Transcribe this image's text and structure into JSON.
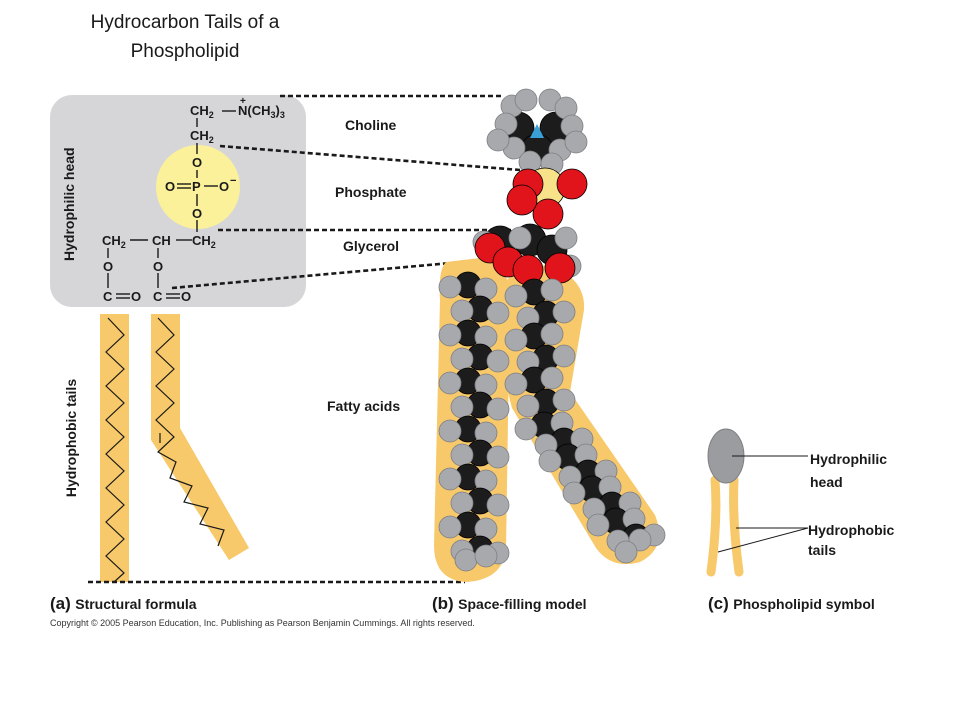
{
  "title": {
    "line1": "Hydrocarbon Tails of a",
    "line2": "Phospholipid"
  },
  "labels": {
    "choline": "Choline",
    "phosphate": "Phosphate",
    "glycerol": "Glycerol",
    "fatty_acids": "Fatty acids",
    "hydrophilic_head_vertical": "Hydrophilic head",
    "hydrophobic_tails_vertical": "Hydrophobic tails",
    "symbol_head_line1": "Hydrophilic",
    "symbol_head_line2": "head",
    "symbol_tails_line1": "Hydrophobic",
    "symbol_tails_line2": "tails"
  },
  "formula": {
    "ch2_top": "CH2",
    "n_group": "N(CH3)3",
    "plus": "+",
    "ch2_second": "CH2",
    "o_upper": "O",
    "phosphate_o_left": "O",
    "phosphate_p": "P",
    "phosphate_o_right": "O",
    "minus": "−",
    "o_lower": "O",
    "glycerol_ch2_left": "CH2",
    "glycerol_ch": "CH",
    "glycerol_ch2_right": "CH2",
    "ester_o_left": "O",
    "ester_o_right": "O",
    "carbonyl_left_c": "C",
    "carbonyl_left_o": "O",
    "carbonyl_right_c": "C",
    "carbonyl_right_o": "O"
  },
  "captions": {
    "a_letter": "(a)",
    "a_text": "Structural formula",
    "b_letter": "(b)",
    "b_text": "Space-filling model",
    "c_letter": "(c)",
    "c_text": "Phospholipid symbol"
  },
  "copyright": "Copyright © 2005 Pearson Education, Inc. Publishing as Pearson Benjamin Cummings. All rights reserved.",
  "colors": {
    "head_box": "#d6d6d8",
    "phosphate_circle": "#fbf19a",
    "tail_fill": "#f7c96a",
    "atom_gray": "#a8a9ad",
    "atom_black": "#1c1c1c",
    "atom_red": "#e0141a",
    "nitrogen_blue": "#3aa0d8",
    "symbol_head": "#9b9ca0"
  }
}
